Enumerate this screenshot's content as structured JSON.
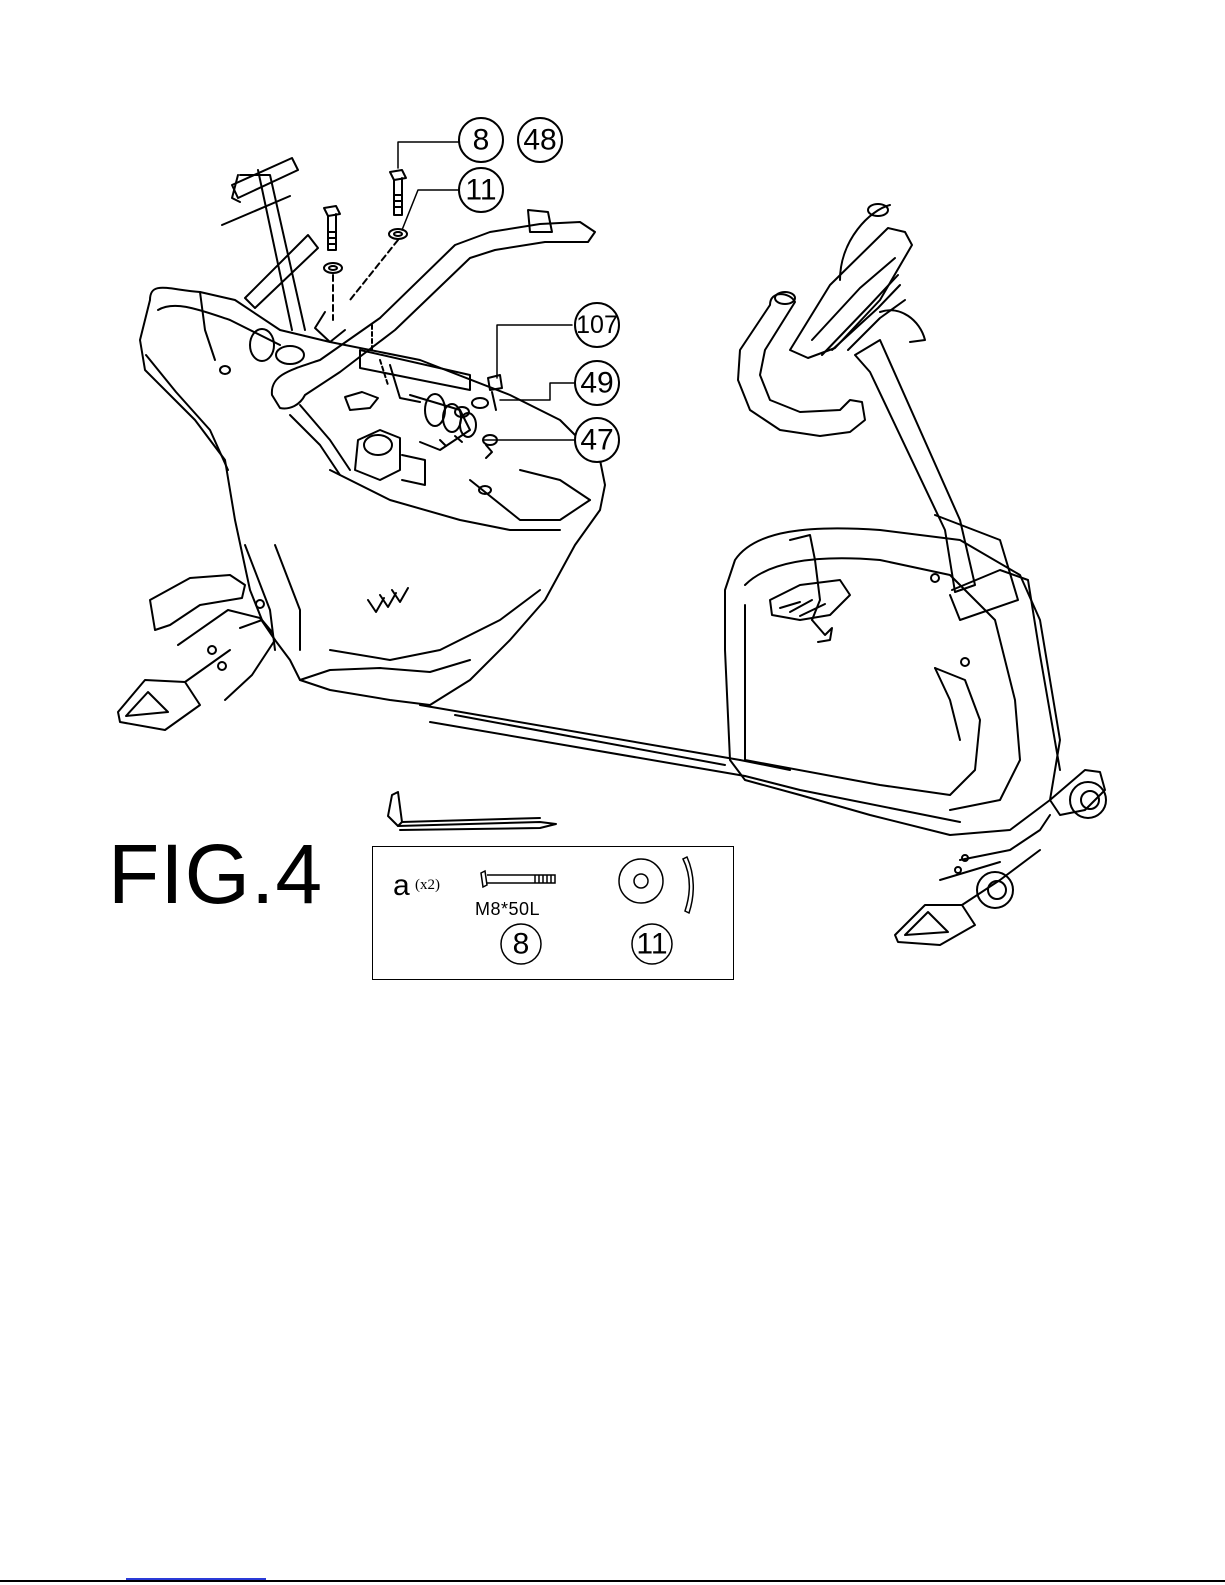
{
  "figure": {
    "title": "FIG.4"
  },
  "callouts": {
    "c8": "8",
    "c48": "48",
    "c11": "11",
    "c107": "107",
    "c49": "49",
    "c47": "47"
  },
  "parts_box": {
    "letter": "a",
    "quantity": "(x2)",
    "bolt_spec": "M8*50L",
    "bolt_number": "8",
    "washer_number": "11"
  }
}
